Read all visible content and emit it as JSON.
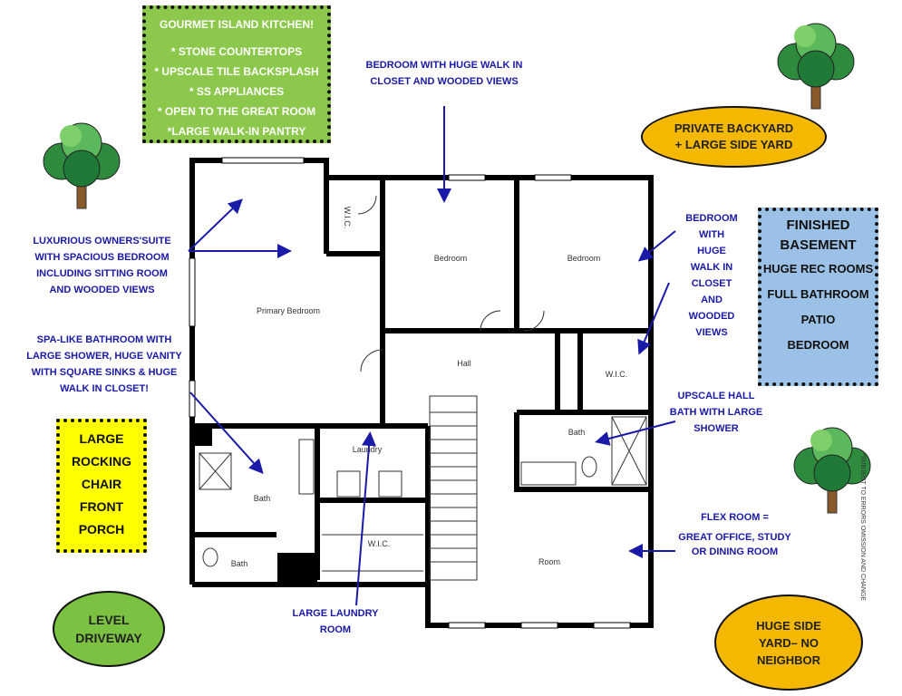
{
  "kitchen": {
    "title": "GOURMET ISLAND KITCHEN!",
    "items": [
      "* STONE COUNTERTOPS",
      "* UPSCALE TILE BACKSPLASH",
      "* SS APPLIANCES",
      "* OPEN TO THE GREAT ROOM",
      "*LARGE WALK-IN PANTRY"
    ]
  },
  "notes": {
    "bedroom_top": [
      "BEDROOM WITH HUGE WALK IN",
      "CLOSET AND  WOODED VIEWS"
    ],
    "owners_suite": [
      "LUXURIOUS OWNERS'SUITE",
      "WITH SPACIOUS BEDROOM",
      "INCLUDING SITTING ROOM",
      "AND WOODED VIEWS"
    ],
    "spa_bath": [
      "SPA-LIKE BATHROOM WITH",
      "LARGE SHOWER, HUGE VANITY",
      "WITH  SQUARE SINKS & HUGE",
      "WALK IN CLOSET!"
    ],
    "bedroom_right": [
      "BEDROOM",
      "WITH",
      "HUGE",
      "WALK IN",
      "CLOSET",
      "AND",
      "WOODED",
      "VIEWS"
    ],
    "hall_bath": [
      "UPSCALE HALL",
      "BATH WITH LARGE",
      "SHOWER"
    ],
    "flex_room": [
      "FLEX ROOM =",
      "GREAT OFFICE, STUDY",
      "OR DINING ROOM"
    ],
    "laundry": [
      "LARGE LAUNDRY",
      "ROOM"
    ]
  },
  "ovals": {
    "backyard": [
      "PRIVATE BACKYARD",
      "+ LARGE SIDE YARD"
    ],
    "driveway": [
      "LEVEL",
      "DRIVEWAY"
    ],
    "side_yard": [
      "HUGE SIDE",
      "YARD– NO",
      "NEIGHBOR"
    ]
  },
  "basement": {
    "items": [
      "FINISHED",
      "BASEMENT",
      "HUGE REC ROOMS",
      "FULL BATHROOM",
      "PATIO",
      "BEDROOM"
    ]
  },
  "porch": {
    "items": [
      "LARGE",
      "ROCKING",
      "CHAIR",
      "FRONT",
      "PORCH"
    ]
  },
  "rooms": {
    "primary": "Primary Bedroom",
    "wic1": "W.I.C.",
    "bed1": "Bedroom",
    "bed2": "Bedroom",
    "hall": "Hall",
    "wic2": "W.I.C.",
    "bath_hall": "Bath",
    "laundry": "Laundry",
    "bath_main": "Bath",
    "wic3": "W.I.C.",
    "bath_small": "Bath",
    "room": "Room"
  },
  "disclaimer": "*SUBJECT TO ERRORS OMISSION AND CHANGE",
  "colors": {
    "note": "#1a1aa8",
    "kitchen": "#8cc84b",
    "basement": "#9bc2e6",
    "porch": "#ffff00",
    "oval_orange": "#f5b800",
    "oval_green": "#7cc242"
  }
}
